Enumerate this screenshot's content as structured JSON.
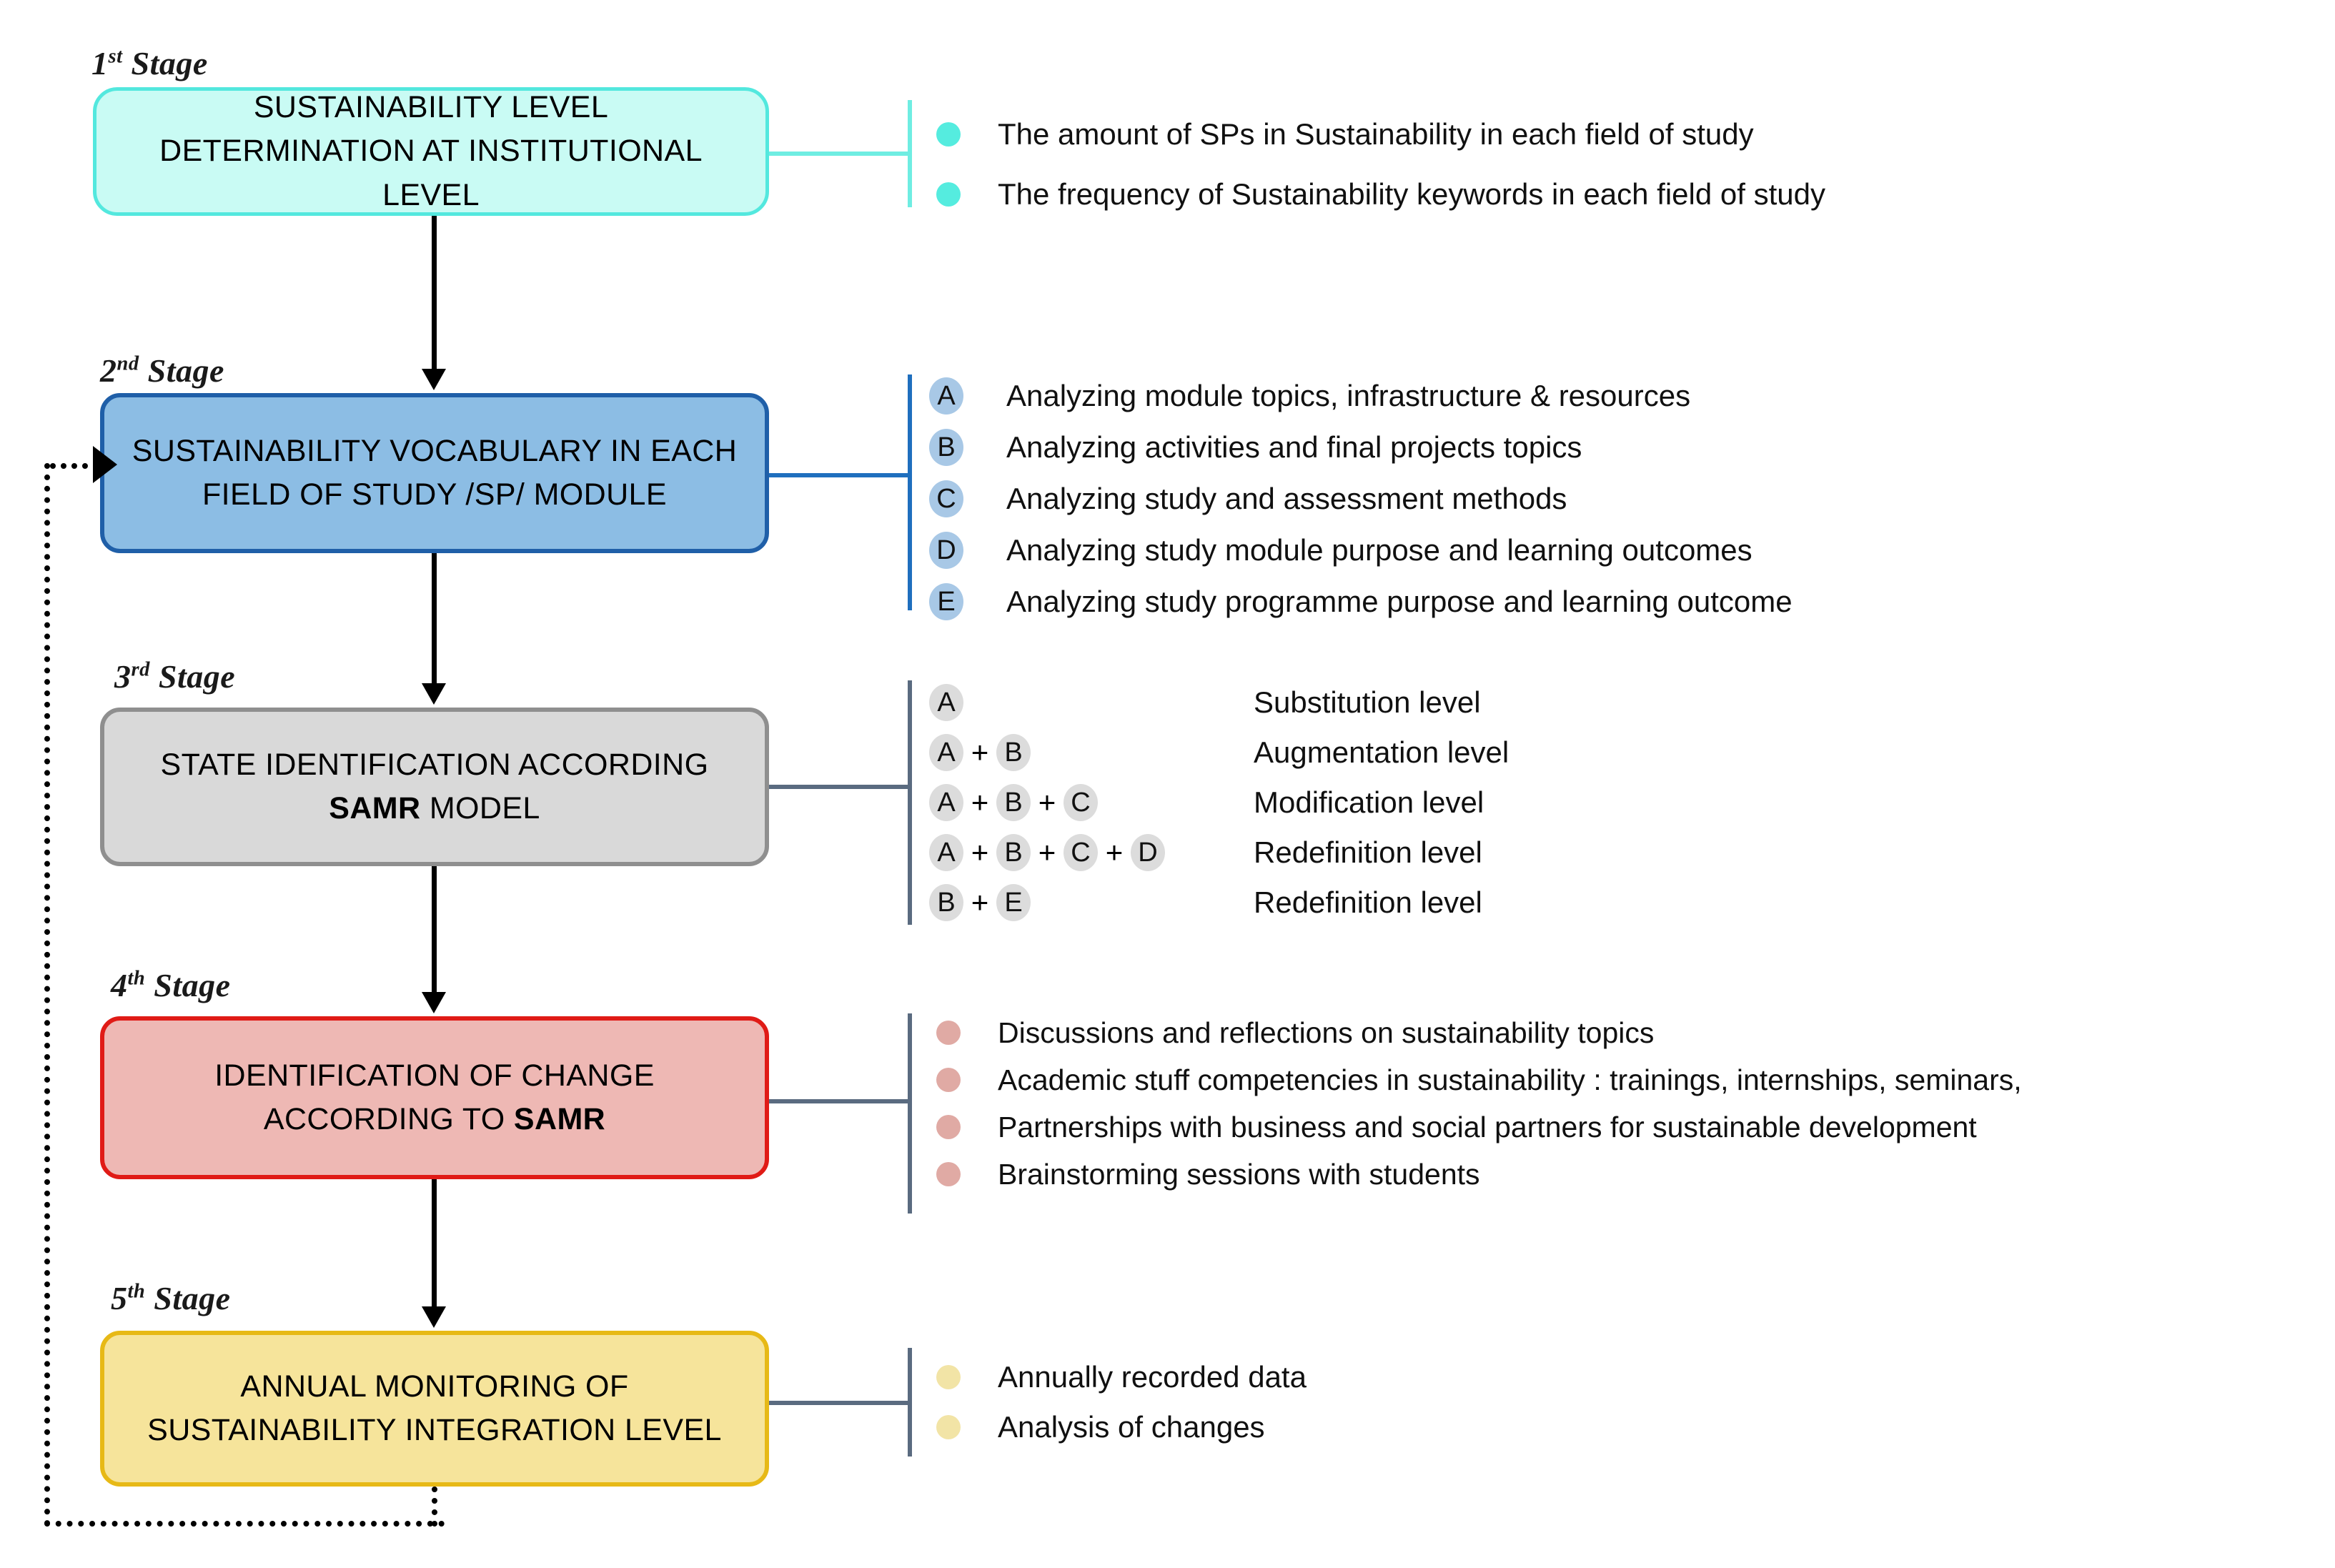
{
  "diagram": {
    "title": "Sustainability integration staged framework",
    "stages": [
      {
        "id": "stage-1",
        "label_number": "1",
        "label_ordinal": "st",
        "label_word": "Stage",
        "box_lines": [
          "SUSTAINABILITY LEVEL",
          "DETERMINATION AT INSTITUTIONAL",
          "LEVEL"
        ],
        "fill_color": "#c9fbf4",
        "border_color": "#53e8de",
        "bullet_color": "#55ecdf",
        "connector_color": "#6fedE2",
        "bullets": [
          {
            "text": "The amount of SPs in Sustainability in each field of study"
          },
          {
            "text": "The frequency of  Sustainability keywords in each field of study"
          }
        ]
      },
      {
        "id": "stage-2",
        "label_number": "2",
        "label_ordinal": "nd",
        "label_word": "Stage",
        "box_lines": [
          "SUSTAINABILITY VOCABULARY IN EACH",
          "FIELD OF STUDY /SP/ MODULE"
        ],
        "fill_color": "#8cbde4",
        "border_color": "#1f5fa8",
        "bullet_color": "#a8c8e6",
        "connector_color": "#1f6fbe",
        "bullets": [
          {
            "token": "A",
            "text": "Analyzing module topics, infrastructure & resources"
          },
          {
            "token": "B",
            "text": "Analyzing activities and final projects topics"
          },
          {
            "token": "C",
            "text": "Analyzing study and assessment methods"
          },
          {
            "token": "D",
            "text": "Analyzing study module purpose and learning outcomes"
          },
          {
            "token": "E",
            "text": "Analyzing study programme purpose and learning outcome"
          }
        ]
      },
      {
        "id": "stage-3",
        "label_number": "3",
        "label_ordinal": "rd",
        "label_word": "Stage",
        "box_lines": [
          "STATE IDENTIFICATION ACCORDING",
          "SAMR MODEL"
        ],
        "box_bold_word": "SAMR",
        "fill_color": "#d9d9d9",
        "border_color": "#8f8f8f",
        "bullet_color": "#dcdcdc",
        "connector_color": "#5a6b80",
        "levels": [
          {
            "tokens": [
              "A"
            ],
            "label": "Substitution level"
          },
          {
            "tokens": [
              "A",
              "B"
            ],
            "label": "Augmentation level"
          },
          {
            "tokens": [
              "A",
              "B",
              "C"
            ],
            "label": "Modification level"
          },
          {
            "tokens": [
              "A",
              "B",
              "C",
              "D"
            ],
            "label": "Redefinition level"
          },
          {
            "tokens": [
              "B",
              "E"
            ],
            "label": "Redefinition level"
          }
        ]
      },
      {
        "id": "stage-4",
        "label_number": "4",
        "label_ordinal": "th",
        "label_word": "Stage",
        "box_lines": [
          "IDENTIFICATION OF CHANGE",
          "ACCORDING TO SAMR"
        ],
        "box_bold_word": "SAMR",
        "fill_color": "#eeb8b4",
        "border_color": "#e01b16",
        "bullet_color": "#e0aaa4",
        "connector_color": "#5a6b80",
        "bullets": [
          {
            "text": "Discussions and reflections on sustainability topics"
          },
          {
            "text": "Academic stuff competencies in sustainability : trainings, internships, seminars,"
          },
          {
            "text": "Partnerships with business and social partners for sustainable development"
          },
          {
            "text": "Brainstorming sessions with students"
          }
        ]
      },
      {
        "id": "stage-5",
        "label_number": "5",
        "label_ordinal": "th",
        "label_word": "Stage",
        "box_lines": [
          "ANNUAL MONITORING OF",
          "SUSTAINABILITY INTEGRATION LEVEL"
        ],
        "fill_color": "#f6e49b",
        "border_color": "#e7b916",
        "bullet_color": "#f2e4a6",
        "connector_color": "#5a6b80",
        "bullets": [
          {
            "text": "Annually recorded data"
          },
          {
            "text": "Analysis of changes"
          }
        ]
      }
    ],
    "feedback_loop": {
      "name": "feedback-loop-to-stage-2",
      "style": "dotted",
      "color": "#000000"
    }
  }
}
